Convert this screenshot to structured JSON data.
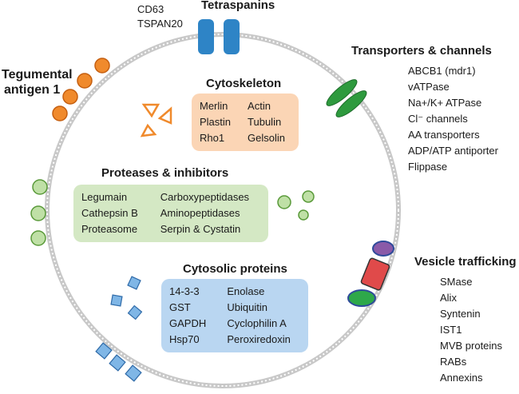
{
  "colors": {
    "membrane": "#c8c8c8",
    "tetraspanin": "#2e84c6",
    "tegumental": "#f08a2c",
    "transporter": "#2e9a3e",
    "protease_vesicle": "#bfe0a6",
    "cytosolic_shape": "#7fb6e6",
    "vesicle_red": "#e04a4a",
    "vesicle_purple": "#8a5aa8",
    "vesicle_green": "#2ea84a",
    "cytoskeleton_box": "#fbd5b5",
    "protease_box": "#d4e8c4",
    "cytosolic_box": "#b9d6f1"
  },
  "tetraspanins": {
    "title": "Tetraspanins",
    "items": [
      "CD63",
      "TSPAN20"
    ]
  },
  "tegumental": {
    "title_line1": "Tegumental",
    "title_line2": "antigen 1"
  },
  "transporters": {
    "title": "Transporters & channels",
    "items": [
      "ABCB1 (mdr1)",
      "vATPase",
      "Na+/K+ ATPase",
      "Cl⁻ channels",
      "AA transporters",
      "ADP/ATP antiporter",
      "Flippase"
    ]
  },
  "cytoskeleton": {
    "title": "Cytoskeleton",
    "col1": [
      "Merlin",
      "Plastin",
      "Rho1"
    ],
    "col2": [
      "Actin",
      "Tubulin",
      "Gelsolin"
    ]
  },
  "proteases": {
    "title": "Proteases & inhibitors",
    "col1": [
      "Legumain",
      "Cathepsin B",
      "Proteasome"
    ],
    "col2": [
      "Carboxypeptidases",
      "Aminopeptidases",
      "Serpin & Cystatin"
    ]
  },
  "cytosolic": {
    "title": "Cytosolic proteins",
    "col1": [
      "14-3-3",
      "GST",
      "GAPDH",
      "Hsp70"
    ],
    "col2": [
      "Enolase",
      "Ubiquitin",
      "Cyclophilin A",
      "Peroxiredoxin"
    ]
  },
  "vesicle": {
    "title": "Vesicle trafficking",
    "items": [
      "SMase",
      "Alix",
      "Syntenin",
      "IST1",
      "MVB proteins",
      "RABs",
      "Annexins"
    ]
  }
}
